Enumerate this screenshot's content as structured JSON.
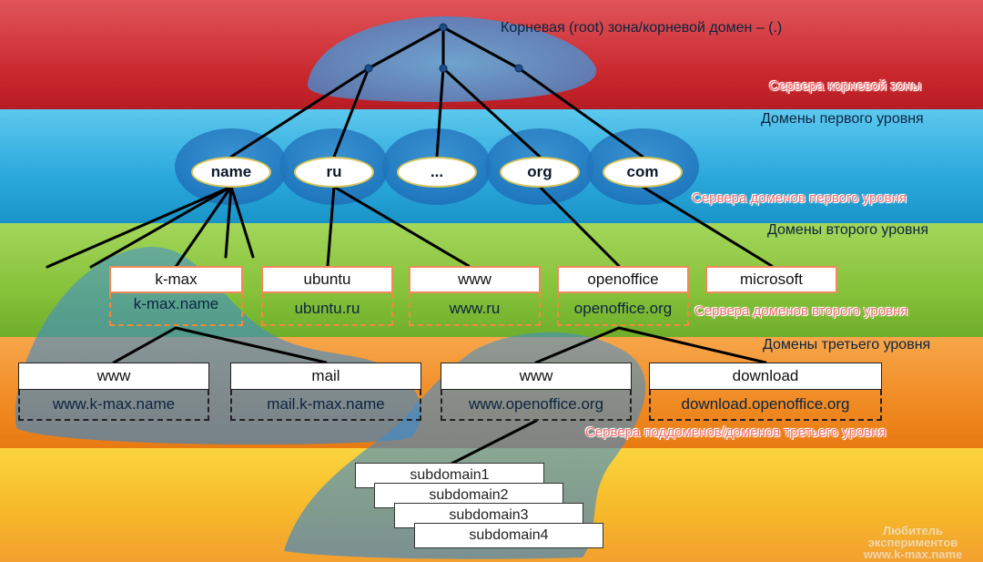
{
  "titles": {
    "root": "Корневая (root) зона/корневой домен – (.)",
    "first_level": "Домены первого уровня",
    "second_level": "Домены второго уровня",
    "third_level": "Домены третьего уровня"
  },
  "servers": {
    "root": "Сервера корневой зоны",
    "first_level": "Сервера доменов первого уровня",
    "second_level": "Сервера доменов второго уровня",
    "third_level": "Сервера поддоменов/доменов третьего уровня"
  },
  "tld": [
    "name",
    "ru",
    "...",
    "org",
    "com"
  ],
  "second": [
    {
      "name": "k-max",
      "server": "k-max.name"
    },
    {
      "name": "ubuntu",
      "server": "ubuntu.ru"
    },
    {
      "name": "www",
      "server": "www.ru"
    },
    {
      "name": "openoffice",
      "server": "openoffice.org"
    },
    {
      "name": "microsoft",
      "server": ""
    }
  ],
  "third": [
    {
      "name": "www",
      "server": "www.k-max.name"
    },
    {
      "name": "mail",
      "server": "mail.k-max.name"
    },
    {
      "name": "www",
      "server": "www.openoffice.org"
    },
    {
      "name": "download",
      "server": "download.openoffice.org"
    }
  ],
  "subdomains": [
    "subdomain1",
    "subdomain2",
    "subdomain3",
    "subdomain4"
  ],
  "watermark": [
    "Любитель",
    "экспериментов",
    "www.k-max.name"
  ]
}
